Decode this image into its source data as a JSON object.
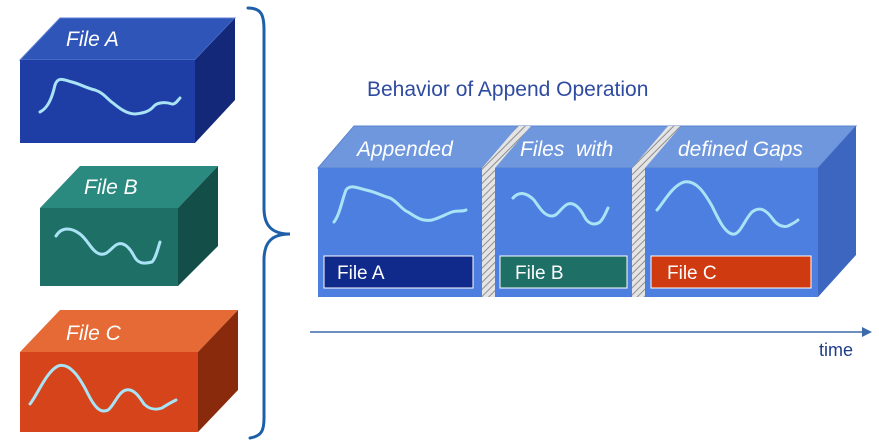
{
  "title": "Behavior of Append Operation",
  "time_label": "time",
  "files": [
    {
      "label": "File A",
      "color": "#1f3b9e"
    },
    {
      "label": "File B",
      "color": "#1f7a70"
    },
    {
      "label": "File C",
      "color": "#d84a1c"
    }
  ],
  "append_header": [
    "Appended",
    "Files  with",
    "defined Gaps"
  ],
  "segment_labels": [
    "File A",
    "File B",
    "File C"
  ]
}
